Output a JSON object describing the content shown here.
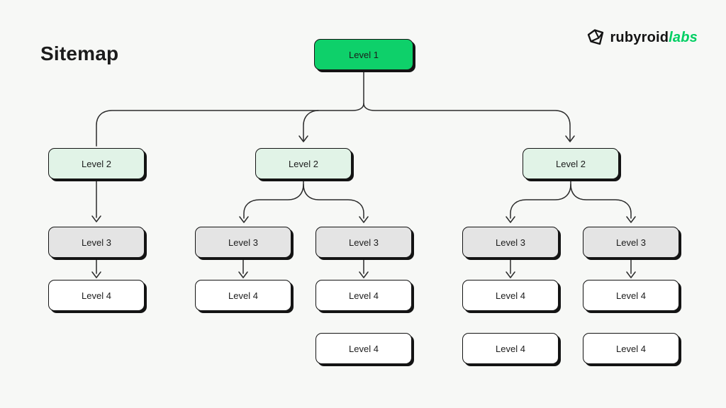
{
  "title": "Sitemap",
  "logo": {
    "brand_black": "rubyroid",
    "brand_green": "labs",
    "icon": "gem-logo-icon"
  },
  "colors": {
    "background": "#f7f8f6",
    "level1_fill": "#0ed06a",
    "level2_fill": "#e1f3e7",
    "level3_fill": "#e4e4e4",
    "level4_fill": "#ffffff",
    "border": "#141414",
    "line": "#2b2b2b",
    "logo_green": "#00cf63",
    "text": "#1c1c1c"
  },
  "tree": {
    "label": "Level 1",
    "children": [
      {
        "label": "Level 2",
        "children": [
          {
            "label": "Level 3",
            "children": [
              {
                "label": "Level 4"
              }
            ]
          }
        ]
      },
      {
        "label": "Level 2",
        "children": [
          {
            "label": "Level 3",
            "children": [
              {
                "label": "Level 4"
              }
            ]
          },
          {
            "label": "Level 3",
            "children": [
              {
                "label": "Level 4"
              },
              {
                "label": "Level 4"
              }
            ]
          }
        ]
      },
      {
        "label": "Level 2",
        "children": [
          {
            "label": "Level 3",
            "children": [
              {
                "label": "Level 4"
              },
              {
                "label": "Level 4"
              }
            ]
          },
          {
            "label": "Level 3",
            "children": [
              {
                "label": "Level 4"
              },
              {
                "label": "Level 4"
              }
            ]
          }
        ]
      }
    ]
  }
}
